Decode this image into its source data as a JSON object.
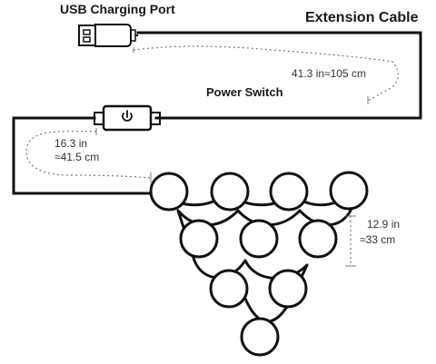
{
  "labels": {
    "usb_port": "USB Charging Port",
    "extension_cable": "Extension Cable",
    "power_switch": "Power Switch"
  },
  "measurements": {
    "extension": {
      "inches": "41.3 in",
      "centimeters": "≈105 cm"
    },
    "switch_to_lights": {
      "inches": "16.3 in",
      "centimeters": "≈41.5 cm"
    },
    "light_spacing": {
      "inches": "12.9 in",
      "centimeters": "≈33 cm"
    }
  },
  "colors": {
    "line": "#111111",
    "text": "#1a1a1a",
    "muted": "#555555",
    "background": "#ffffff"
  },
  "icons": {
    "usb": "usb-connector-icon",
    "power": "power-button-icon",
    "light": "light-bulb-icon"
  }
}
